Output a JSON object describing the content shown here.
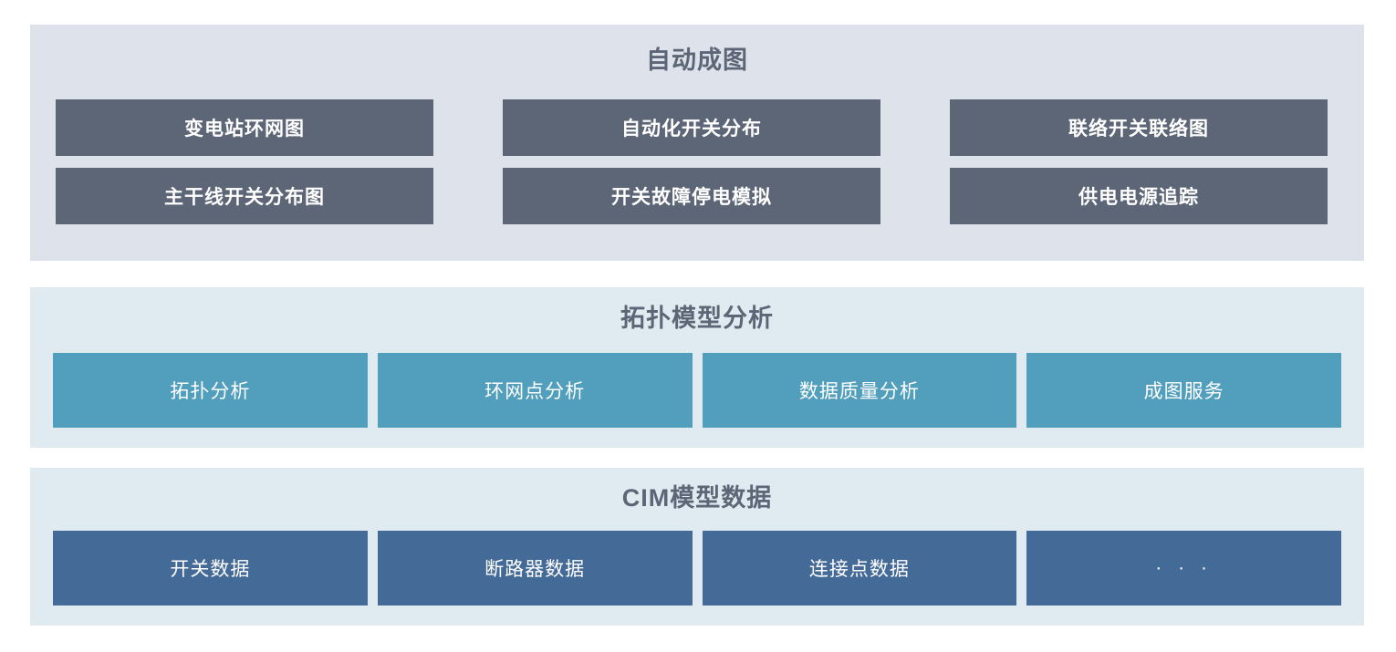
{
  "colors": {
    "page_background": "#ffffff",
    "panel1_background": "#dee2ea",
    "panel2_background": "#dfebf1",
    "panel3_background": "#dfebf1",
    "tile_dark": "#5d6676",
    "tile_teal": "#529fbd",
    "tile_blue": "#446a97",
    "title_text": "#5d6676",
    "tile_text": "#ffffff"
  },
  "panels": [
    {
      "key": "automapping",
      "title": "自动成图",
      "tiles": [
        {
          "label": "变电站环网图"
        },
        {
          "label": "自动化开关分布"
        },
        {
          "label": "联络开关联络图"
        },
        {
          "label": "主干线开关分布图"
        },
        {
          "label": "开关故障停电模拟"
        },
        {
          "label": "供电电源追踪"
        }
      ]
    },
    {
      "key": "topology",
      "title": "拓扑模型分析",
      "tiles": [
        {
          "label": "拓扑分析"
        },
        {
          "label": "环网点分析"
        },
        {
          "label": "数据质量分析"
        },
        {
          "label": "成图服务"
        }
      ]
    },
    {
      "key": "cim",
      "title": "CIM模型数据",
      "tiles": [
        {
          "label": "开关数据"
        },
        {
          "label": "断路器数据"
        },
        {
          "label": "连接点数据"
        },
        {
          "label": "· · ·"
        }
      ]
    }
  ]
}
